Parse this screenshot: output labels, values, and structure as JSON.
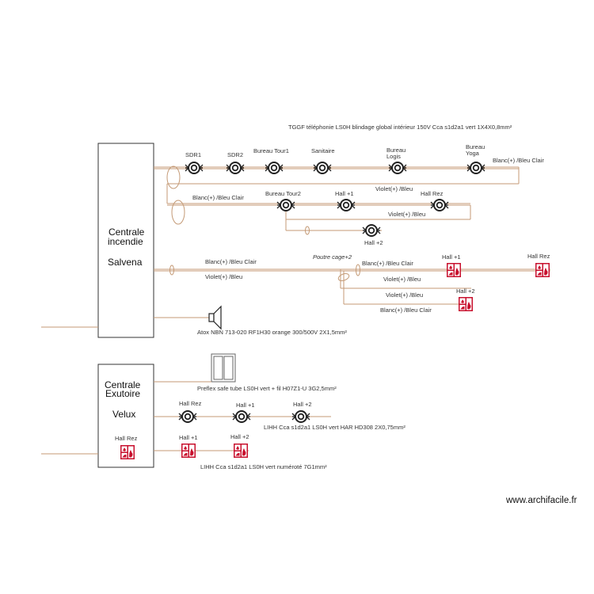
{
  "title": "TGGF téléphonie LS0H blindage global intérieur 150V Cca s1d2a1 vert 1X4X0,8mm²",
  "watermark": "www.archifacile.fr",
  "colors": {
    "cable": "#c49a76",
    "line_dark": "#555555",
    "fire_red": "#c8102e",
    "box_border": "#333333"
  },
  "central_fire": {
    "line1": "Centrale",
    "line2": "incendie",
    "line3": "Salvena"
  },
  "central_exhaust": {
    "line1": "Centrale",
    "line2": "Exutoire",
    "line3": "Velux",
    "hall_label": "Hall Rez"
  },
  "phone_line1": {
    "labels": [
      "SDR1",
      "SDR2",
      "Bureau Tour1",
      "Sanitaire",
      "Bureau",
      "Logis",
      "Bureau",
      "Yoga"
    ],
    "wire_label": "Blanc(+) /Bleu Clair"
  },
  "phone_line2": {
    "wire_left": "Blanc(+) /Bleu Clair",
    "labels": [
      "Bureau Tour2",
      "Hall +1",
      "Hall Rez"
    ],
    "wire_top": "Violet(+) /Bleu",
    "wire_bottom": "Violet(+) /Bleu",
    "branch_label": "Hall +2"
  },
  "fire_line": {
    "wire_top": "Blanc(+) /Bleu Clair",
    "wire_bottom": "Violet(+) /Bleu",
    "branch_label": "Poutre cage+2",
    "right_wire_top": "Blanc(+) /Bleu Clair",
    "right_wire_bottom": "Violet(+) /Bleu",
    "lower_wire_top": "Violet(+) /Bleu",
    "lower_wire_bottom": "Blanc(+) /Bleu Clair",
    "call_points": [
      "Hall +1",
      "Hall Rez",
      "Hall +2"
    ]
  },
  "siren_cable": "Atox NBN 713-020 RF1H30 orange 300/500V 2X1,5mm²",
  "exhaust": {
    "window_cable": "Preflex safe tube LS0H vert + fil H07Z1-U 3G2,5mm²",
    "vents": [
      "Hall Rez",
      "Hall +1",
      "Hall +2"
    ],
    "vents_cable": "LIHH Cca s1d2a1 LS0H vert HAR HD308 2X0,75mm²",
    "buttons": [
      "Hall +1",
      "Hall +2"
    ],
    "buttons_cable": "LIHH Cca s1d2a1 LS0H vert numéroté 7G1mm²"
  }
}
